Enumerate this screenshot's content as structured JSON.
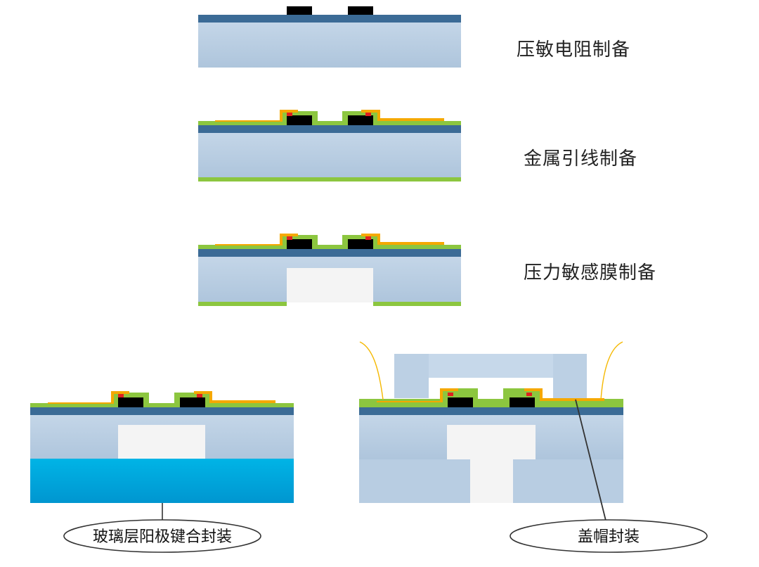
{
  "steps": [
    {
      "label": "压敏电阻制备"
    },
    {
      "label": "金属引线制备"
    },
    {
      "label": "压力敏感膜制备"
    }
  ],
  "callouts": [
    {
      "label": "玻璃层阳极键合封装"
    },
    {
      "label": "盖帽封装"
    }
  ],
  "colors": {
    "substrate": "#bcd0e4",
    "substrate_shadow": "#a8bfd8",
    "oxide_layer": "#3b6b96",
    "passivation": "#8cc63f",
    "metal": "#f5a800",
    "contact": "#e02020",
    "resistor": "#000000",
    "cavity": "#f4f4f4",
    "glass": "#00aadf",
    "wire": "#f5b800"
  }
}
